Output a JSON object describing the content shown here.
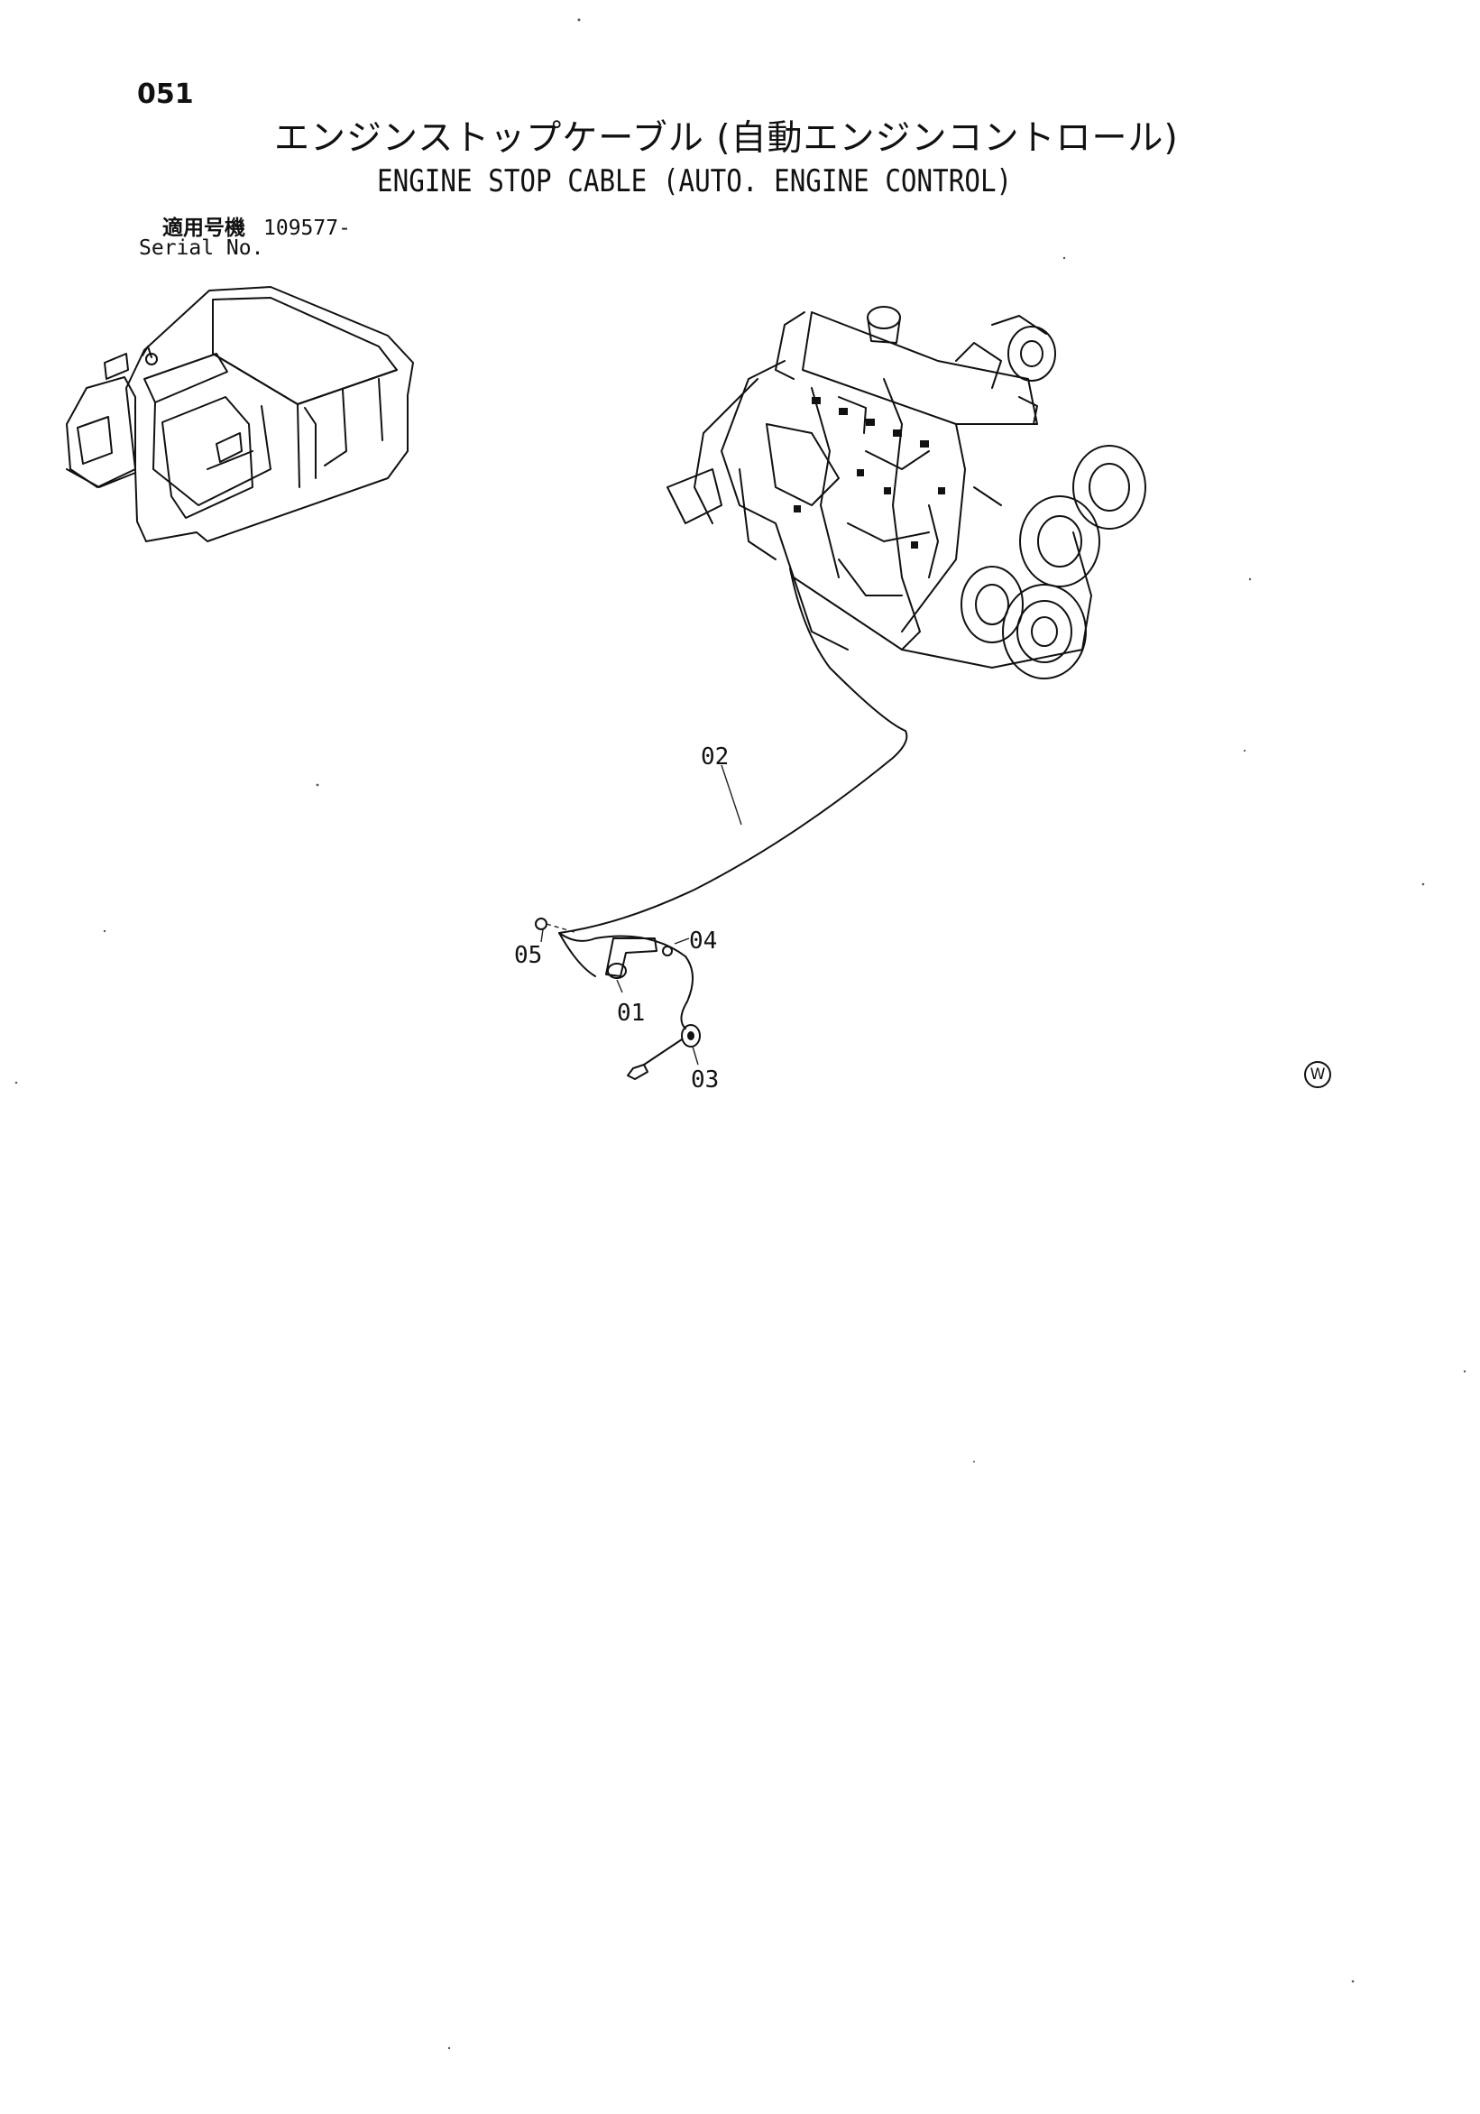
{
  "page": {
    "number": "051",
    "title_jp": "エンジンストップケーブル (自動エンジンコントロール)",
    "title_en": "ENGINE STOP CABLE (AUTO. ENGINE CONTROL)"
  },
  "serial": {
    "label_jp": "適用号機",
    "value": "109577-",
    "label_en": "Serial No."
  },
  "callouts": {
    "c01": "01",
    "c02": "02",
    "c03": "03",
    "c04": "04",
    "c05": "05"
  },
  "mark": "W",
  "icons": {
    "machine": "excavator-cab-icon",
    "engine": "engine-assembly-icon"
  }
}
